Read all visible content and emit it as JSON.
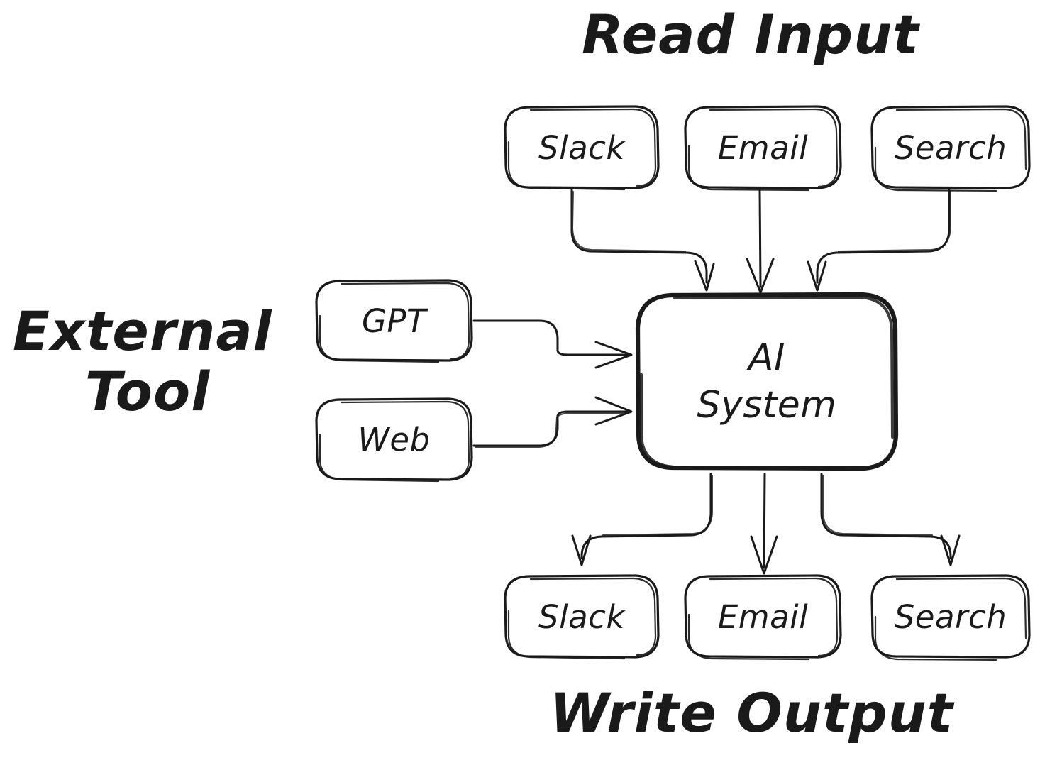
{
  "diagram": {
    "title": "AI System input/output flow diagram",
    "background_color": "#ffffff",
    "stroke_color": "#1a1a1a",
    "style": "hand-drawn sketch"
  },
  "groups": {
    "read_input": {
      "label": "Read Input"
    },
    "write_output": {
      "label": "Write Output"
    },
    "external_tool": {
      "label": "External Tool",
      "line1": "External",
      "line2": "Tool"
    }
  },
  "nodes": {
    "center": {
      "label": "AI System",
      "line1": "AI",
      "line2": "System"
    },
    "inputs": [
      {
        "id": "input-slack",
        "label": "Slack"
      },
      {
        "id": "input-email",
        "label": "Email"
      },
      {
        "id": "input-search",
        "label": "Search"
      }
    ],
    "outputs": [
      {
        "id": "output-slack",
        "label": "Slack"
      },
      {
        "id": "output-email",
        "label": "Email"
      },
      {
        "id": "output-search",
        "label": "Search"
      }
    ],
    "tools": [
      {
        "id": "tool-gpt",
        "label": "GPT"
      },
      {
        "id": "tool-web",
        "label": "Web"
      }
    ]
  },
  "edges": [
    {
      "from": "input-slack",
      "to": "center",
      "direction": "down"
    },
    {
      "from": "input-email",
      "to": "center",
      "direction": "down"
    },
    {
      "from": "input-search",
      "to": "center",
      "direction": "down"
    },
    {
      "from": "tool-gpt",
      "to": "center",
      "direction": "right"
    },
    {
      "from": "tool-web",
      "to": "center",
      "direction": "right"
    },
    {
      "from": "center",
      "to": "output-slack",
      "direction": "down"
    },
    {
      "from": "center",
      "to": "output-email",
      "direction": "down"
    },
    {
      "from": "center",
      "to": "output-search",
      "direction": "down"
    }
  ]
}
